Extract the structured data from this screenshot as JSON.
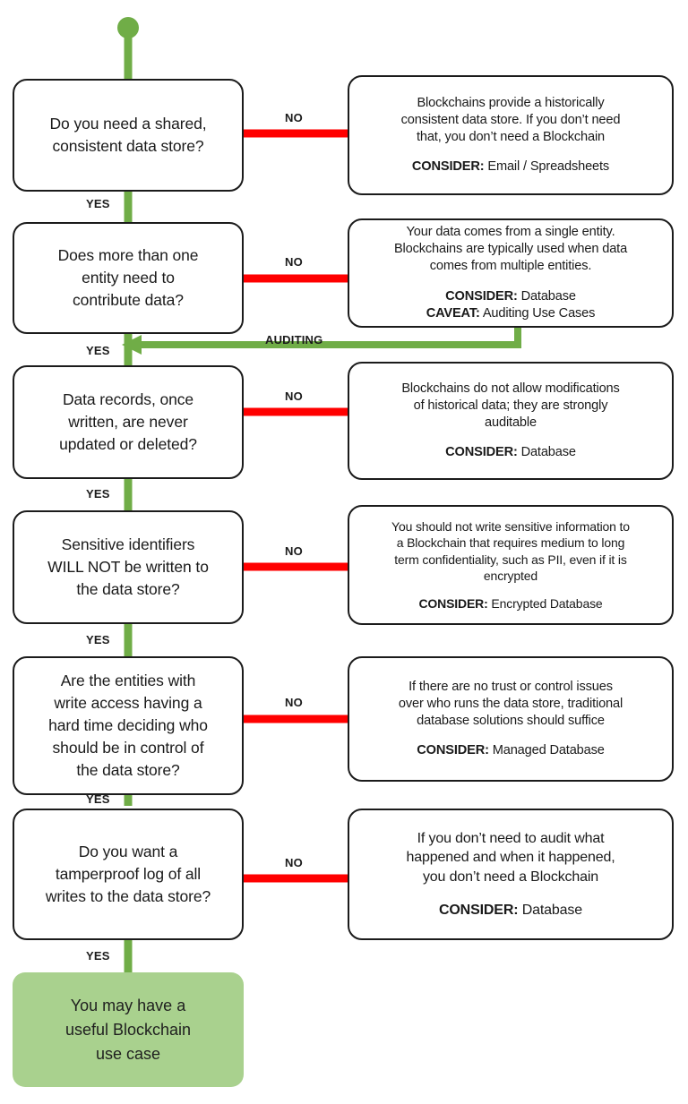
{
  "diagram": {
    "title": "Blockchain Use Case Decision Flowchart",
    "colors": {
      "yes_path": "#70AD47",
      "no_path": "#FF0000",
      "node_border": "#1B1B1B",
      "node_fill": "#FFFFFF",
      "end_fill": "#A9D18E"
    },
    "start_node": {
      "icon": "start-dot"
    },
    "labels": {
      "yes": "YES",
      "no": "NO",
      "auditing": "AUDITING"
    },
    "steps": [
      {
        "id": "shared-consistent-data-store",
        "question": [
          "Do you need a shared,",
          "consistent data store?"
        ],
        "answer_body": [
          "Blockchains provide a historically",
          "consistent data store. If you don’t need",
          "that, you don’t need a Blockchain"
        ],
        "answer_notes": [
          {
            "label": "CONSIDER:",
            "value": "Email / Spreadsheets"
          }
        ]
      },
      {
        "id": "more-than-one-entity",
        "question": [
          "Does more than one",
          "entity need to",
          "contribute data?"
        ],
        "answer_body": [
          "Your data comes from a single entity.",
          "Blockchains are typically used when data",
          "comes from multiple entities."
        ],
        "answer_notes": [
          {
            "label": "CONSIDER:",
            "value": "Database"
          },
          {
            "label": "CAVEAT:",
            "value": "Auditing Use Cases"
          }
        ]
      },
      {
        "id": "records-never-updated",
        "question": [
          "Data records, once",
          "written, are never",
          "updated or deleted?"
        ],
        "answer_body": [
          "Blockchains do not allow modifications",
          "of historical data; they are strongly",
          "auditable"
        ],
        "answer_notes": [
          {
            "label": "CONSIDER:",
            "value": "Database"
          }
        ]
      },
      {
        "id": "sensitive-identifiers",
        "question": [
          "Sensitive identifiers",
          "WILL NOT be written to",
          "the data store?"
        ],
        "answer_body": [
          "You should not write sensitive information to",
          "a Blockchain that requires medium to long",
          "term confidentiality, such as PII, even if it is",
          "encrypted"
        ],
        "answer_notes": [
          {
            "label": "CONSIDER:",
            "value": "Encrypted Database"
          }
        ]
      },
      {
        "id": "control-of-data-store",
        "question": [
          "Are the entities with",
          "write access having a",
          "hard time deciding who",
          "should be in control of",
          "the data store?"
        ],
        "answer_body": [
          "If there are no trust or control issues",
          "over who runs the data store, traditional",
          "database solutions should suffice"
        ],
        "answer_notes": [
          {
            "label": "CONSIDER:",
            "value": "Managed Database"
          }
        ]
      },
      {
        "id": "tamperproof-log",
        "question": [
          "Do you want a",
          "tamperproof log of all",
          "writes to the data store?"
        ],
        "answer_body": [
          "If you don’t need to audit what",
          "happened and when it happened,",
          "you don’t need a Blockchain"
        ],
        "answer_notes": [
          {
            "label": "CONSIDER:",
            "value": "Database"
          }
        ]
      }
    ],
    "end": {
      "id": "useful-blockchain-use-case",
      "text": [
        "You may have a",
        "useful Blockchain",
        "use case"
      ]
    }
  }
}
